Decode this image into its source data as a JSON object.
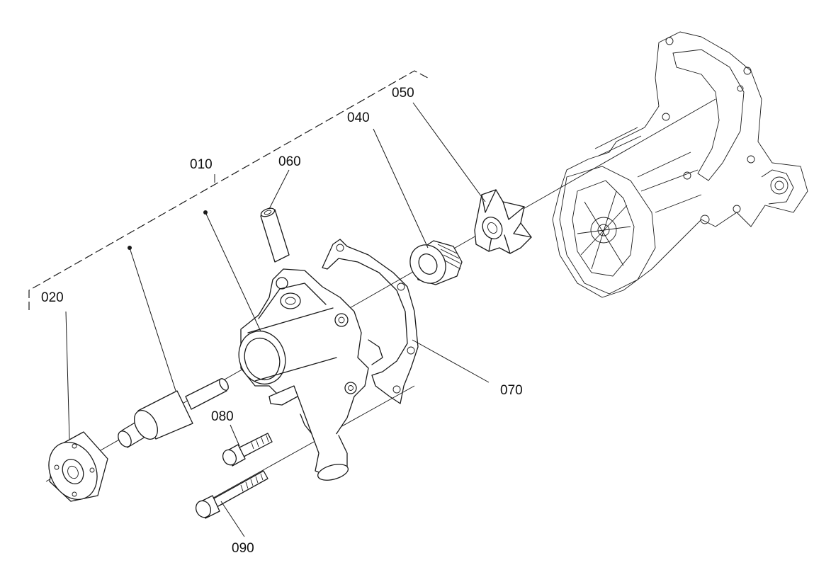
{
  "parts": [
    {
      "id": "p010",
      "label": "010"
    },
    {
      "id": "p020",
      "label": "020"
    },
    {
      "id": "p040",
      "label": "040"
    },
    {
      "id": "p050",
      "label": "050"
    },
    {
      "id": "p060",
      "label": "060"
    },
    {
      "id": "p070",
      "label": "070"
    },
    {
      "id": "p080",
      "label": "080"
    },
    {
      "id": "p090",
      "label": "090"
    }
  ],
  "colors": {
    "line": "#1a1a1a",
    "background": "#ffffff"
  }
}
